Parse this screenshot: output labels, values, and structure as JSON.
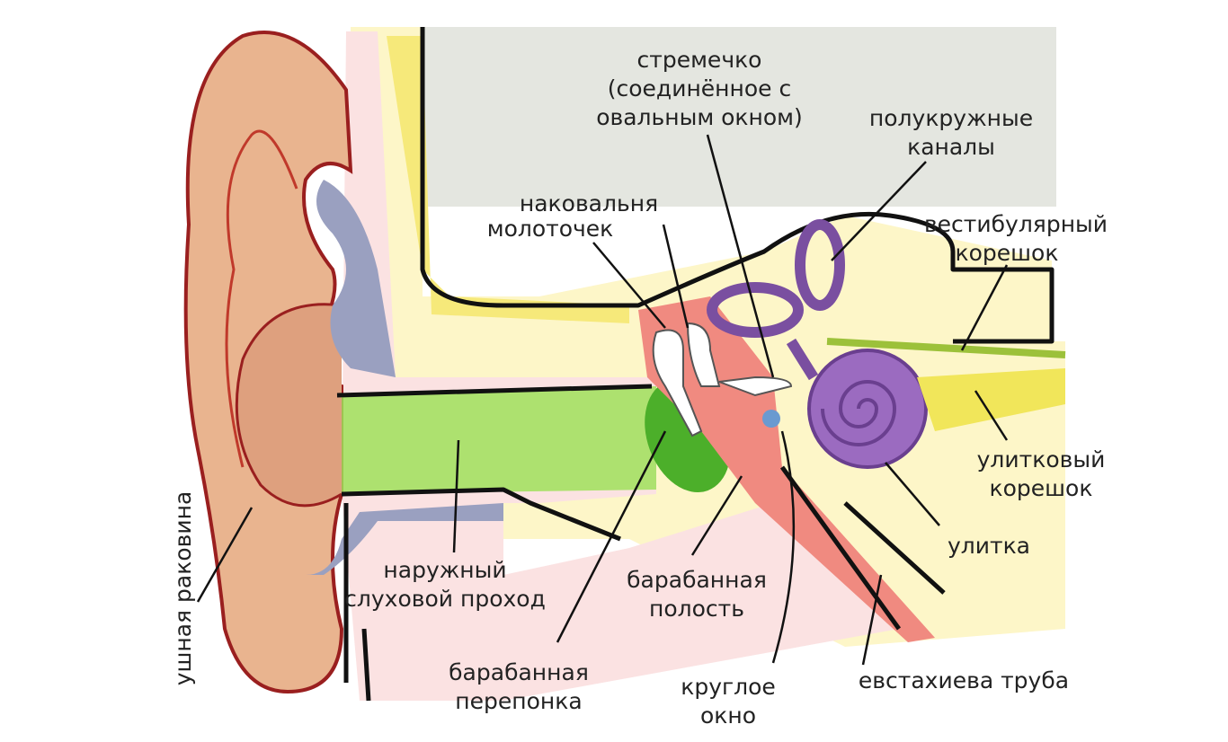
{
  "title": "Строение уха",
  "labels": {
    "stapes": [
      "стремечко",
      "(соединённое с",
      "овальным окном)"
    ],
    "semicircular_canals": [
      "полукружные",
      "каналы"
    ],
    "incus": "наковальня",
    "malleus": "молоточек",
    "vestibular_nerve": [
      "вестибулярный",
      "корешок"
    ],
    "cochlear_nerve": [
      "улитковый",
      "корешок"
    ],
    "cochlea": "улитка",
    "ear_canal": [
      "наружный",
      "слуховой проход"
    ],
    "tympanic_cavity": [
      "барабанная",
      "полость"
    ],
    "eardrum": [
      "барабанная",
      "перепонка"
    ],
    "round_window": [
      "круглое",
      "окно"
    ],
    "eustachian_tube": "евстахиева труба",
    "pinna": "ушная раковина"
  },
  "colors": {
    "skin": "#e9b48f",
    "bone": "#fdf6c8",
    "bone_dark": "#f6e97a",
    "canal": "#9fe05a",
    "eardrum": "#4caf2a",
    "cavity": "#f08a80",
    "labyrinth": "#9b6bc0",
    "cartilage": "#9aa0c0",
    "brain": "#e4e6e0",
    "soft": "#fbe2e2"
  }
}
